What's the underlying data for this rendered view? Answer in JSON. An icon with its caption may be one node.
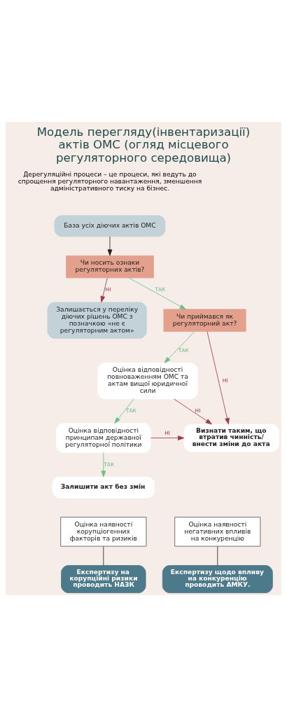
{
  "diagram": {
    "title": "Модель перегляду(інвентаризації) актів ОМС (огляд місцевого регуляторного середовища)",
    "nodes": [
      {
        "text": [
          "База усіх діючих актів ОМС"
        ]
      },
      {
        "text": [
          "Чи носить ознаки регуляторних актів?"
        ]
      },
      {
        "text": [
          "Залишається у переліку діючих рішень ОМС з позначкою «не є регуляторним актом»"
        ]
      },
      {
        "text": [
          "Чи приймався як регуляторний акт?"
        ]
      },
      {
        "text": [
          "Оцінка відповідності повноваженням ОМС та актам вищої юридичної сили"
        ]
      },
      {
        "text": [
          "Визнати таким, що втратив чинність/ внести зміни до акта"
        ]
      },
      {
        "text": [
          "Оцінка відповідності принципам державної регуляторної політики"
        ]
      },
      {
        "text": [
          "Залишити акт без змін"
        ]
      },
      {
        "text": [
          "Оцінка наявності корупціогенних факторів та ризиків"
        ]
      },
      {
        "text": [
          "Експертизу на корупційні ризики проводить НАЗК"
        ]
      },
      {
        "text": [
          "Оцінка наявності негативних впливів на конкуренцію"
        ]
      },
      {
        "text": [
          "Експертизу щодо впливу на конкуренцію проводить АМКУ."
        ]
      }
    ],
    "edges": [
      {
        "from": 0,
        "to": 1,
        "arrow": "to",
        "color": "#222222"
      },
      {
        "from": 1,
        "to": 2,
        "arrow": "to",
        "label": "НІ",
        "color": "#9b3a4a"
      },
      {
        "from": 1,
        "to": 3,
        "arrow": "to",
        "label": "ТАК",
        "color": "#6abf8a"
      },
      {
        "from": 3,
        "to": 5,
        "arrow": "to",
        "label": "НІ",
        "color": "#9b3a4a"
      },
      {
        "from": 3,
        "to": 4,
        "arrow": "to",
        "label": "ТАК",
        "color": "#6abf8a"
      },
      {
        "from": 4,
        "to": 5,
        "arrow": "to",
        "label": "НІ",
        "color": "#9b3a4a"
      },
      {
        "from": 4,
        "to": 6,
        "arrow": "to",
        "label": "ТАК",
        "color": "#6abf8a"
      },
      {
        "from": 6,
        "to": 5,
        "arrow": "to",
        "label": "НІ",
        "color": "#9b3a4a"
      },
      {
        "from": 6,
        "to": 7,
        "arrow": "to",
        "label": "ТАК",
        "color": "#6abf8a"
      },
      {
        "from": 8,
        "to": 9,
        "arrow": "none",
        "color": "#222222"
      },
      {
        "from": 10,
        "to": 11,
        "arrow": "none",
        "color": "#222222"
      }
    ],
    "labels": [
      "Дерегуляційні процеси – це процеси, які ведуть до спрощення регуляторного навантаження, зменшення адміністративного тиску на бізнес."
    ]
  }
}
